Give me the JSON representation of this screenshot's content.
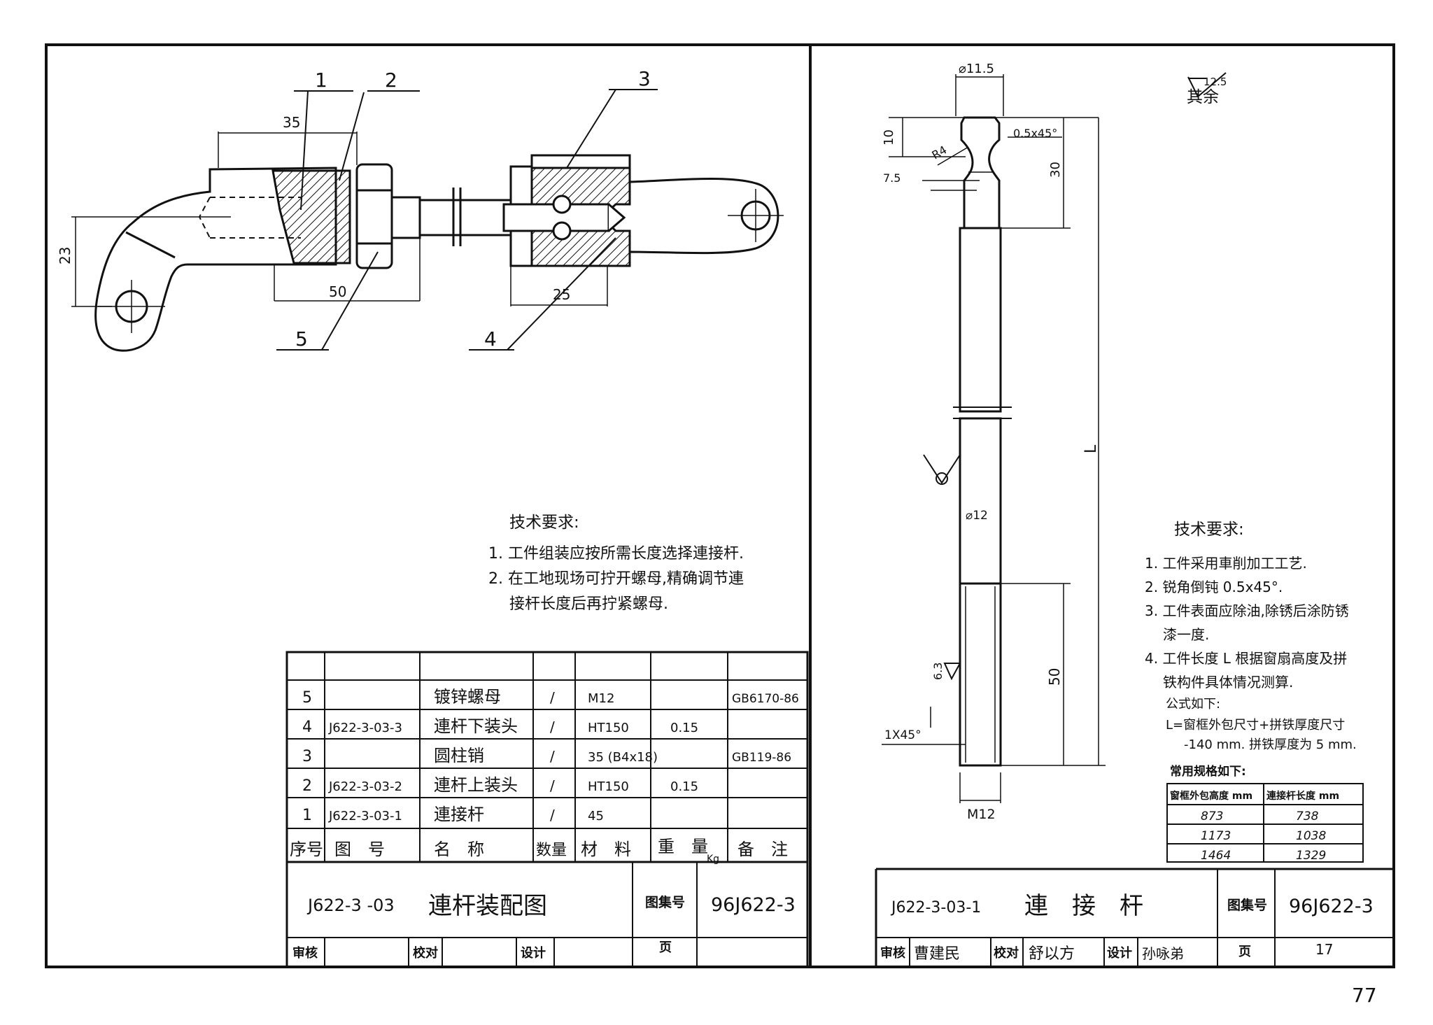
{
  "page_number": "77",
  "left_sheet": {
    "callouts": [
      "1",
      "2",
      "3",
      "4",
      "5"
    ],
    "dimensions": [
      "35",
      "23",
      "50",
      "25"
    ],
    "tech_requirements": {
      "title": "技术要求:",
      "items": [
        "1. 工件组装应按所需长度选择連接杆.",
        "2. 在工地现场可拧开螺母,精确调节連",
        "接杆长度后再拧紧螺母."
      ]
    },
    "parts_table": {
      "headers": [
        "序号",
        "图　号",
        "名　称",
        "数量",
        "材　料",
        "重　量",
        "备　注"
      ],
      "weight_unit": "Kg",
      "rows": [
        [
          "5",
          "",
          "镀锌螺母",
          "/",
          "M12",
          "",
          "GB6170-86"
        ],
        [
          "4",
          "J622-3-03-3",
          "連杆下装头",
          "/",
          "HT150",
          "0.15",
          ""
        ],
        [
          "3",
          "",
          "圆柱销",
          "/",
          "35 (B4x18)",
          "",
          "GB119-86"
        ],
        [
          "2",
          "J622-3-03-2",
          "連杆上装头",
          "/",
          "HT150",
          "0.15",
          ""
        ],
        [
          "1",
          "J622-3-03-1",
          "連接杆",
          "/",
          "45",
          "",
          ""
        ]
      ]
    },
    "title_block": {
      "drawing_no": "J622-3 -03",
      "title": "連杆装配图",
      "atlas_label": "图集号",
      "atlas_no": "96J622-3",
      "review_label": "审核",
      "check_label": "校对",
      "design_label": "设计",
      "page_label": "页",
      "page_value": ""
    }
  },
  "right_sheet": {
    "surface_note": "其余",
    "surface_value": "12.5",
    "dimensions": {
      "top_dia": "⌀11.5",
      "chamfer": "0.5x45°",
      "d10": "10",
      "r4": "R4",
      "d7_5": "7.5",
      "d30": "30",
      "length": "L",
      "shaft_dia": "⌀12",
      "d50": "50",
      "roughness": "6.3",
      "bottom_chamfer": "1X45°",
      "thread": "M12"
    },
    "tech_requirements": {
      "title": "技术要求:",
      "items": [
        "1. 工件采用車削加工工艺.",
        "2. 锐角倒钝 0.5x45°.",
        "3. 工件表面应除油,除锈后涂防锈",
        "漆一度.",
        "4. 工件长度 L 根据窗扇高度及拼",
        "铁构件具体情况测算.",
        "公式如下:",
        "L=窗框外包尺寸+拼铁厚度尺寸",
        "-140 mm. 拼铁厚度为 5 mm."
      ]
    },
    "spec_table": {
      "caption": "常用规格如下:",
      "headers": [
        "窗框外包高度 mm",
        "連接杆长度 mm"
      ],
      "rows": [
        [
          "873",
          "738"
        ],
        [
          "1173",
          "1038"
        ],
        [
          "1464",
          "1329"
        ]
      ]
    },
    "title_block": {
      "drawing_no": "J622-3-03-1",
      "title": "連　接　杆",
      "atlas_label": "图集号",
      "atlas_no": "96J622-3",
      "review_label": "审核",
      "review_sign": "曹建民",
      "check_label": "校对",
      "check_sign": "舒以方",
      "design_label": "设计",
      "design_sign": "孙咏弟",
      "page_label": "页",
      "page_value": "17"
    }
  }
}
